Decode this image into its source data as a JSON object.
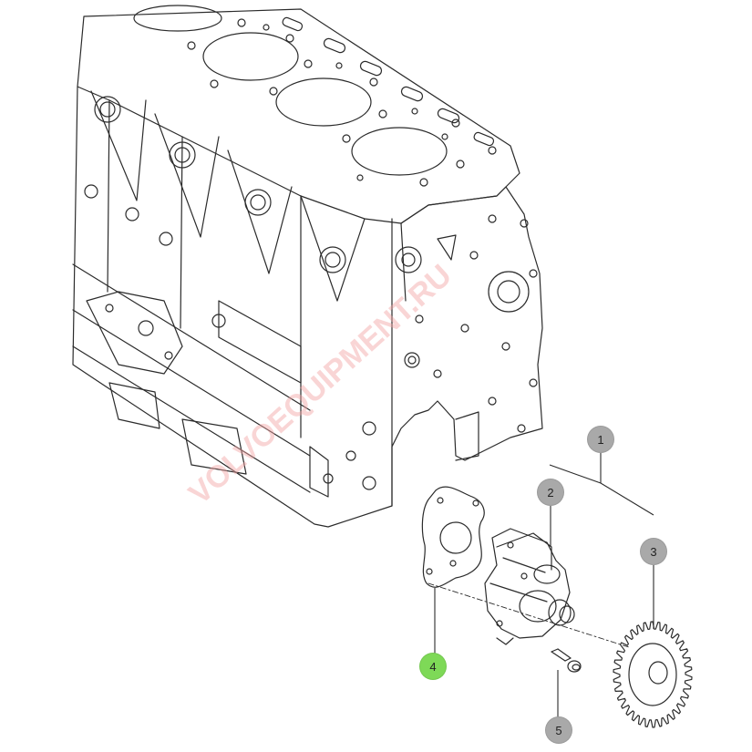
{
  "colors": {
    "line": "#2b2b2b",
    "callout_default": "#a9a9a9",
    "callout_selected": "#7ed957",
    "watermark": "#f2a3a3"
  },
  "watermark": {
    "text": "VOLVOEQUIPMENT.RU"
  },
  "callouts": [
    {
      "label": "1",
      "selected": false
    },
    {
      "label": "2",
      "selected": false
    },
    {
      "label": "3",
      "selected": false
    },
    {
      "label": "4",
      "selected": true
    },
    {
      "label": "5",
      "selected": false
    }
  ]
}
